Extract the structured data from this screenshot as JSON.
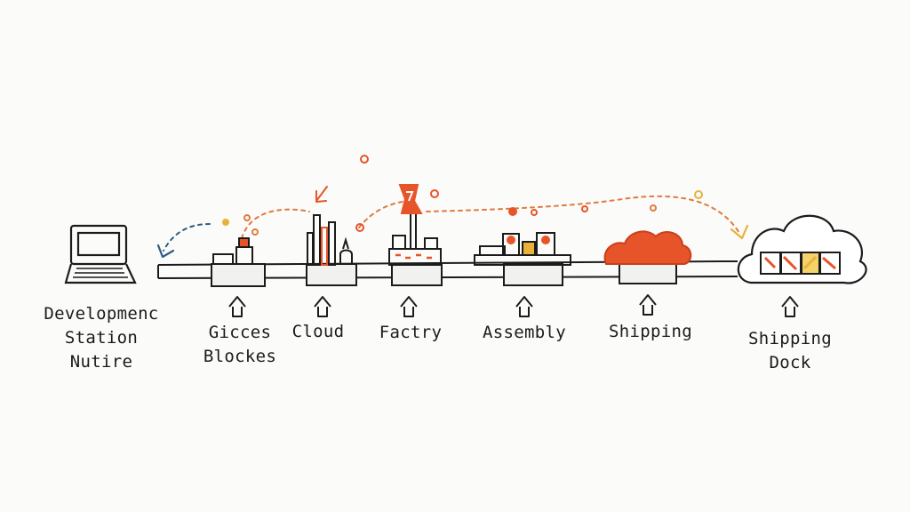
{
  "colors": {
    "ink": "#1b1b1b",
    "accent_orange": "#e8542a",
    "accent_dash": "#e07a3f",
    "accent_yellow": "#e8b23a",
    "accent_blue": "#2d5e85"
  },
  "stations": [
    {
      "id": "development",
      "icon": "laptop-icon",
      "label_lines": [
        "Developmenc",
        "Station",
        "Nutire"
      ]
    },
    {
      "id": "blocks",
      "icon": "blocks-icon",
      "label_lines": [
        "Gicces",
        "Blockes"
      ]
    },
    {
      "id": "cloud",
      "icon": "cloud-tower-icon",
      "label_lines": [
        "Cloud"
      ]
    },
    {
      "id": "factory",
      "icon": "factory-icon",
      "label_lines": [
        "Factry"
      ]
    },
    {
      "id": "assembly",
      "icon": "assembly-icon",
      "label_lines": [
        "Assembly"
      ]
    },
    {
      "id": "shipping",
      "icon": "orange-cloud-icon",
      "label_lines": [
        "Shipping"
      ]
    },
    {
      "id": "dock",
      "icon": "cloud-dock-icon",
      "label_lines": [
        "Shipping",
        "Dock"
      ]
    }
  ]
}
